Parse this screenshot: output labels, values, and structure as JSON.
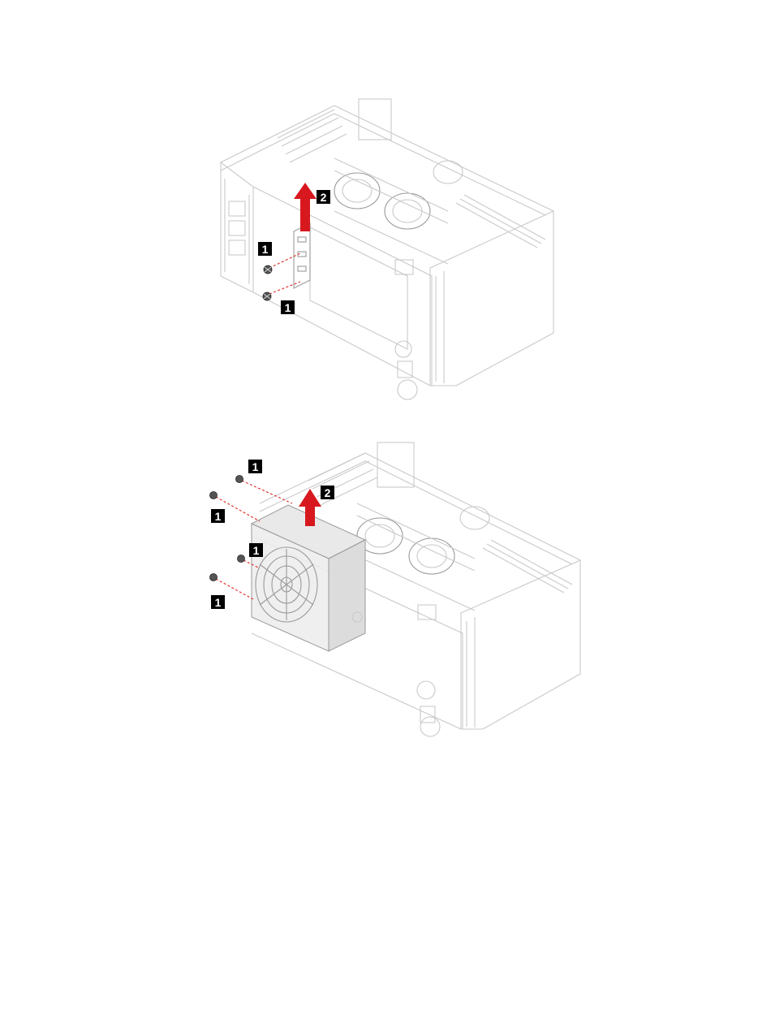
{
  "figure1": {
    "callouts": [
      {
        "id": "f1-callout-1a",
        "label": "1"
      },
      {
        "id": "f1-callout-2",
        "label": "2"
      },
      {
        "id": "f1-callout-1b",
        "label": "1"
      }
    ]
  },
  "figure2": {
    "callouts": [
      {
        "id": "f2-callout-1a",
        "label": "1"
      },
      {
        "id": "f2-callout-2",
        "label": "2"
      },
      {
        "id": "f2-callout-1b",
        "label": "1"
      },
      {
        "id": "f2-callout-1c",
        "label": "1"
      },
      {
        "id": "f2-callout-1d",
        "label": "1"
      }
    ]
  },
  "colors": {
    "arrow": "#d7191f",
    "dashed_guides": "#e0372f",
    "callout_background": "#000000",
    "callout_text": "#ffffff"
  }
}
